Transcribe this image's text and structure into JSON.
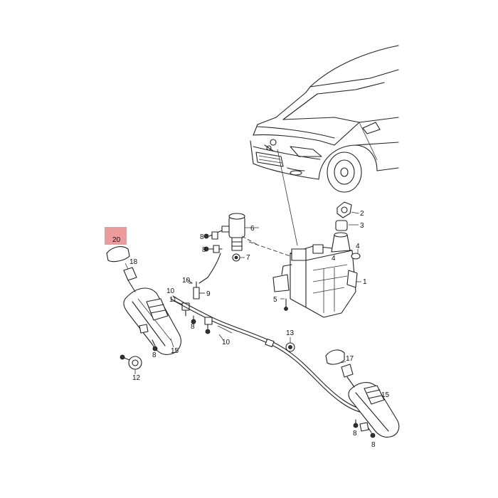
{
  "labels": {
    "p1": "1",
    "p2": "2",
    "p3": "3",
    "p4": "4",
    "p5": "5",
    "p6": "6",
    "p7": "7",
    "p8a": "8",
    "p8b": "8",
    "p8c": "8",
    "p9": "9",
    "p10a": "10",
    "p10b": "10",
    "p10c": "10",
    "p11": "11",
    "p12": "12",
    "p13": "13",
    "p15a": "15",
    "p15b": "15",
    "p17": "17",
    "p18": "18",
    "p20": "20"
  },
  "highlight_color": "#e88a8a"
}
